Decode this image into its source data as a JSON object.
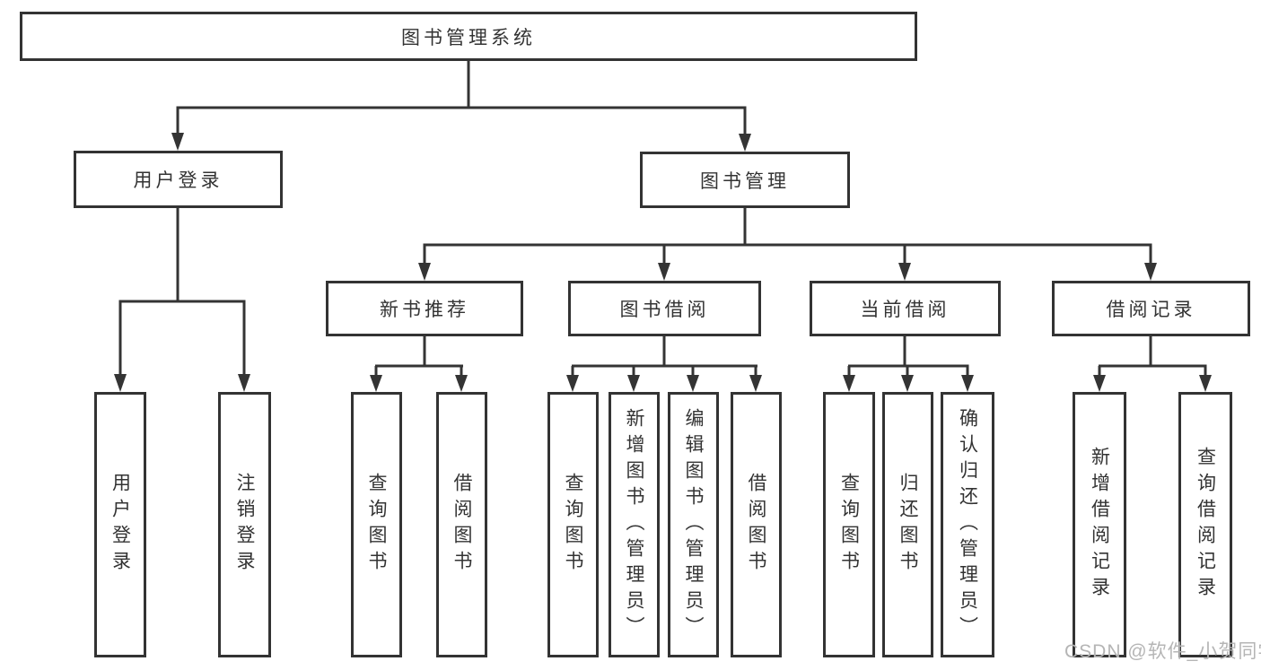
{
  "tree": {
    "root": "图书管理系统",
    "user_login": {
      "label": "用户登录",
      "children": [
        "用户登录",
        "注销登录"
      ]
    },
    "book_mgmt": {
      "label": "图书管理",
      "modules": [
        {
          "label": "新书推荐",
          "children": [
            "查询图书",
            "借阅图书"
          ]
        },
        {
          "label": "图书借阅",
          "children": [
            "查询图书",
            "新增图书（管理员）",
            "编辑图书（管理员）",
            "借阅图书"
          ]
        },
        {
          "label": "当前借阅",
          "children": [
            "查询图书",
            "归还图书",
            "确认归还（管理员）"
          ]
        },
        {
          "label": "借阅记录",
          "children": [
            "新增借阅记录",
            "查询借阅记录"
          ]
        }
      ]
    }
  },
  "watermark": "CSDN @软件_小贺同学",
  "colors": {
    "line": "#343434",
    "border": "#333333",
    "text": "#333333",
    "watermark": "#b5b5b5",
    "background": "#ffffff"
  }
}
